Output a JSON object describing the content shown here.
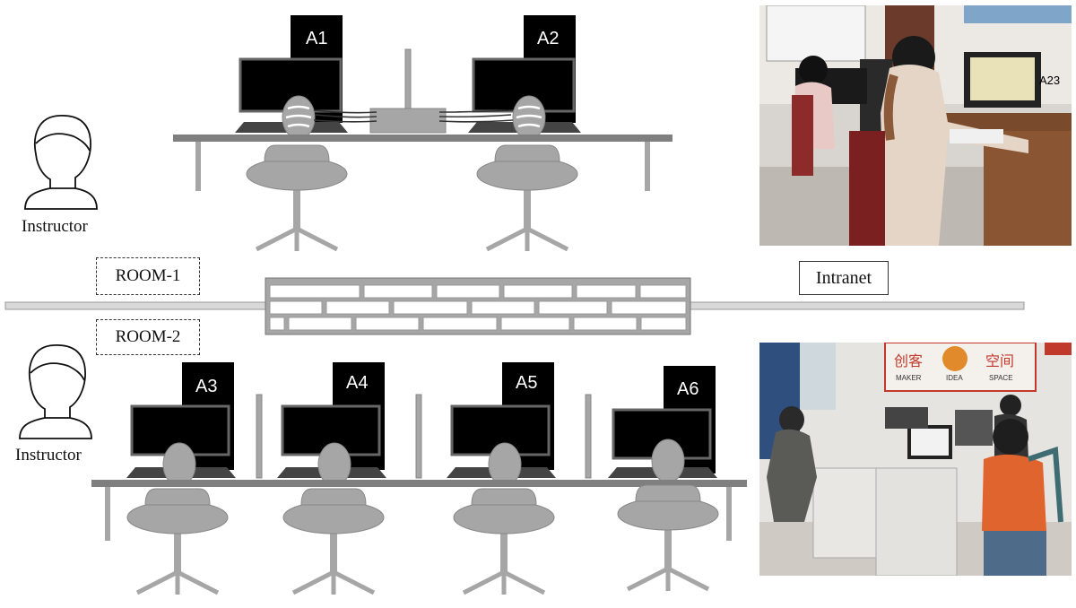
{
  "labels": {
    "instructor_top": "Instructor",
    "instructor_bottom": "Instructor",
    "room1": "ROOM-1",
    "room2": "ROOM-2",
    "intranet": "Intranet"
  },
  "workstations": [
    "A1",
    "A2",
    "A3",
    "A4",
    "A5",
    "A6"
  ],
  "photo_top": {
    "tag": "A23"
  },
  "photo_bottom": {
    "sign_left": "创客",
    "sign_right": "空间",
    "sign_sub_left": "MAKER",
    "sign_sub_mid": "IDEA",
    "sign_sub_right": "SPACE"
  },
  "colors": {
    "furniture": "#a6a6a6",
    "desk_top": "#7f7f7f",
    "tower": "#000000",
    "wall": "#d9d9d9"
  }
}
